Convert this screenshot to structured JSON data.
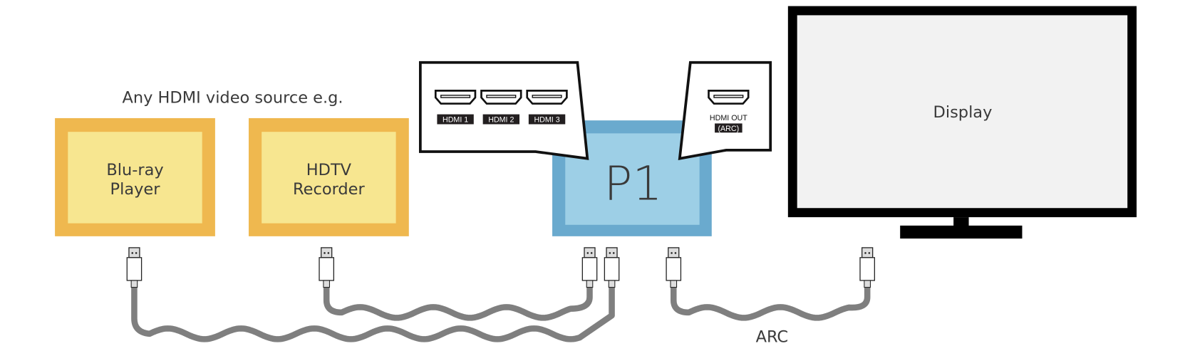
{
  "source_caption": "Any HDMI video source e.g.",
  "devices": {
    "bluray": {
      "line1": "Blu-ray",
      "line2": "Player"
    },
    "recorder": {
      "line1": "HDTV",
      "line2": "Recorder"
    },
    "p1": {
      "label": "P1"
    },
    "display": {
      "label": "Display"
    }
  },
  "inputs": [
    "HDMI 1",
    "HDMI 2",
    "HDMI 3"
  ],
  "output": {
    "line1": "HDMI OUT",
    "line2": "(ARC)"
  },
  "arc_label": "ARC",
  "colors": {
    "source_outer": "#EFB84F",
    "source_inner": "#F7E690",
    "p1_outer": "#6AAACE",
    "p1_inner": "#9DCFE6",
    "cable": "#7F7F7F",
    "screen": "#F2F2F2"
  }
}
